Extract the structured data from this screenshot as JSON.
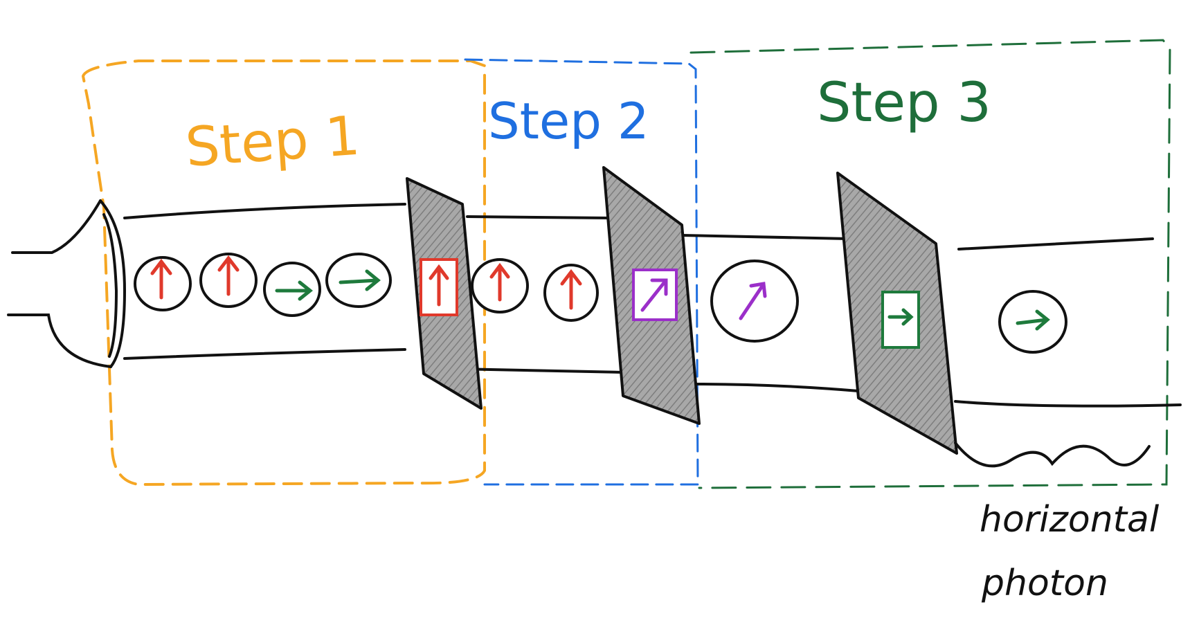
{
  "steps": [
    {
      "label": "Step 1",
      "color": "#f5a623"
    },
    {
      "label": "Step 2",
      "color": "#1f6fe0"
    },
    {
      "label": "Step 3",
      "color": "#1e6e3a"
    }
  ],
  "annotation": {
    "line1": "horizontal",
    "line2": "photon"
  },
  "colors": {
    "ink": "#111111",
    "filter_shade": "#9a9a9a",
    "vertical_arrow": "#e0392b",
    "horizontal_arrow": "#1e7a3c",
    "diagonal_arrow": "#9b2fc9"
  },
  "photon_groups": {
    "step1_input": [
      "vertical",
      "vertical",
      "horizontal",
      "horizontal"
    ],
    "filter1_axis": "vertical",
    "step2_input": [
      "vertical",
      "vertical"
    ],
    "filter2_axis": "diagonal",
    "step3_input": [
      "diagonal"
    ],
    "filter3_axis": "horizontal",
    "output": [
      "horizontal"
    ]
  }
}
